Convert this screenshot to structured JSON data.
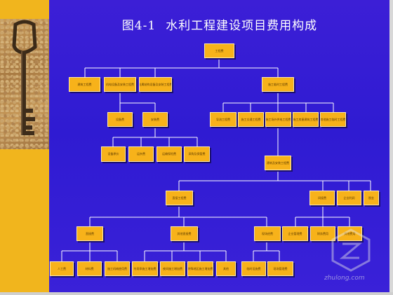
{
  "title": {
    "figure_number": "图4-1",
    "text": "水利工程建设项目费用构成"
  },
  "nodes": [
    {
      "id": "root",
      "label": "工程费"
    },
    {
      "id": "l1a",
      "label": "建筑工程费"
    },
    {
      "id": "l1b",
      "label": "机电设备及安装工程费"
    },
    {
      "id": "l1c",
      "label": "金属结构设备及安装工程费"
    },
    {
      "id": "l1d",
      "label": "施工临时工程费"
    },
    {
      "id": "l2a",
      "label": "设备费"
    },
    {
      "id": "l2b",
      "label": "安装费"
    },
    {
      "id": "l3a",
      "label": "设备原价"
    },
    {
      "id": "l3b",
      "label": "运杂费"
    },
    {
      "id": "l3c",
      "label": "运输保险费"
    },
    {
      "id": "l3d",
      "label": "采购及保管费"
    },
    {
      "id": "l2c",
      "label": "导流工程费"
    },
    {
      "id": "l2d",
      "label": "施工交通工程费"
    },
    {
      "id": "l2e",
      "label": "施工场外供电工程费"
    },
    {
      "id": "l2f",
      "label": "施工房屋建筑工程费"
    },
    {
      "id": "l2g",
      "label": "其他施工临时工程费"
    },
    {
      "id": "mid",
      "label": "建筑及安装工程费"
    },
    {
      "id": "m1",
      "label": "直接工程费"
    },
    {
      "id": "m2",
      "label": "间接费"
    },
    {
      "id": "m3",
      "label": "企业利润"
    },
    {
      "id": "m4",
      "label": "税金"
    },
    {
      "id": "d1",
      "label": "直接费"
    },
    {
      "id": "d2",
      "label": "其他直接费"
    },
    {
      "id": "d3",
      "label": "现场经费"
    },
    {
      "id": "i1",
      "label": "企业管理费"
    },
    {
      "id": "i2",
      "label": "财务费用"
    },
    {
      "id": "i3",
      "label": "其他费用"
    },
    {
      "id": "e1",
      "label": "人工费"
    },
    {
      "id": "e2",
      "label": "材料费"
    },
    {
      "id": "e3",
      "label": "施工机械使用费"
    },
    {
      "id": "e4",
      "label": "冬雨季施工增加费"
    },
    {
      "id": "e5",
      "label": "夜间施工增加费"
    },
    {
      "id": "e6",
      "label": "特殊地区施工增加费"
    },
    {
      "id": "e7",
      "label": "其他"
    },
    {
      "id": "f1",
      "label": "临时设施费"
    },
    {
      "id": "f2",
      "label": "现场管理费"
    }
  ],
  "watermark": "zhulong.com",
  "colors": {
    "background": "#3424d4",
    "node_fill": "#f7b21a",
    "node_border": "#ffe9a8",
    "line": "#ffffff",
    "strip": "#f1b51d"
  }
}
